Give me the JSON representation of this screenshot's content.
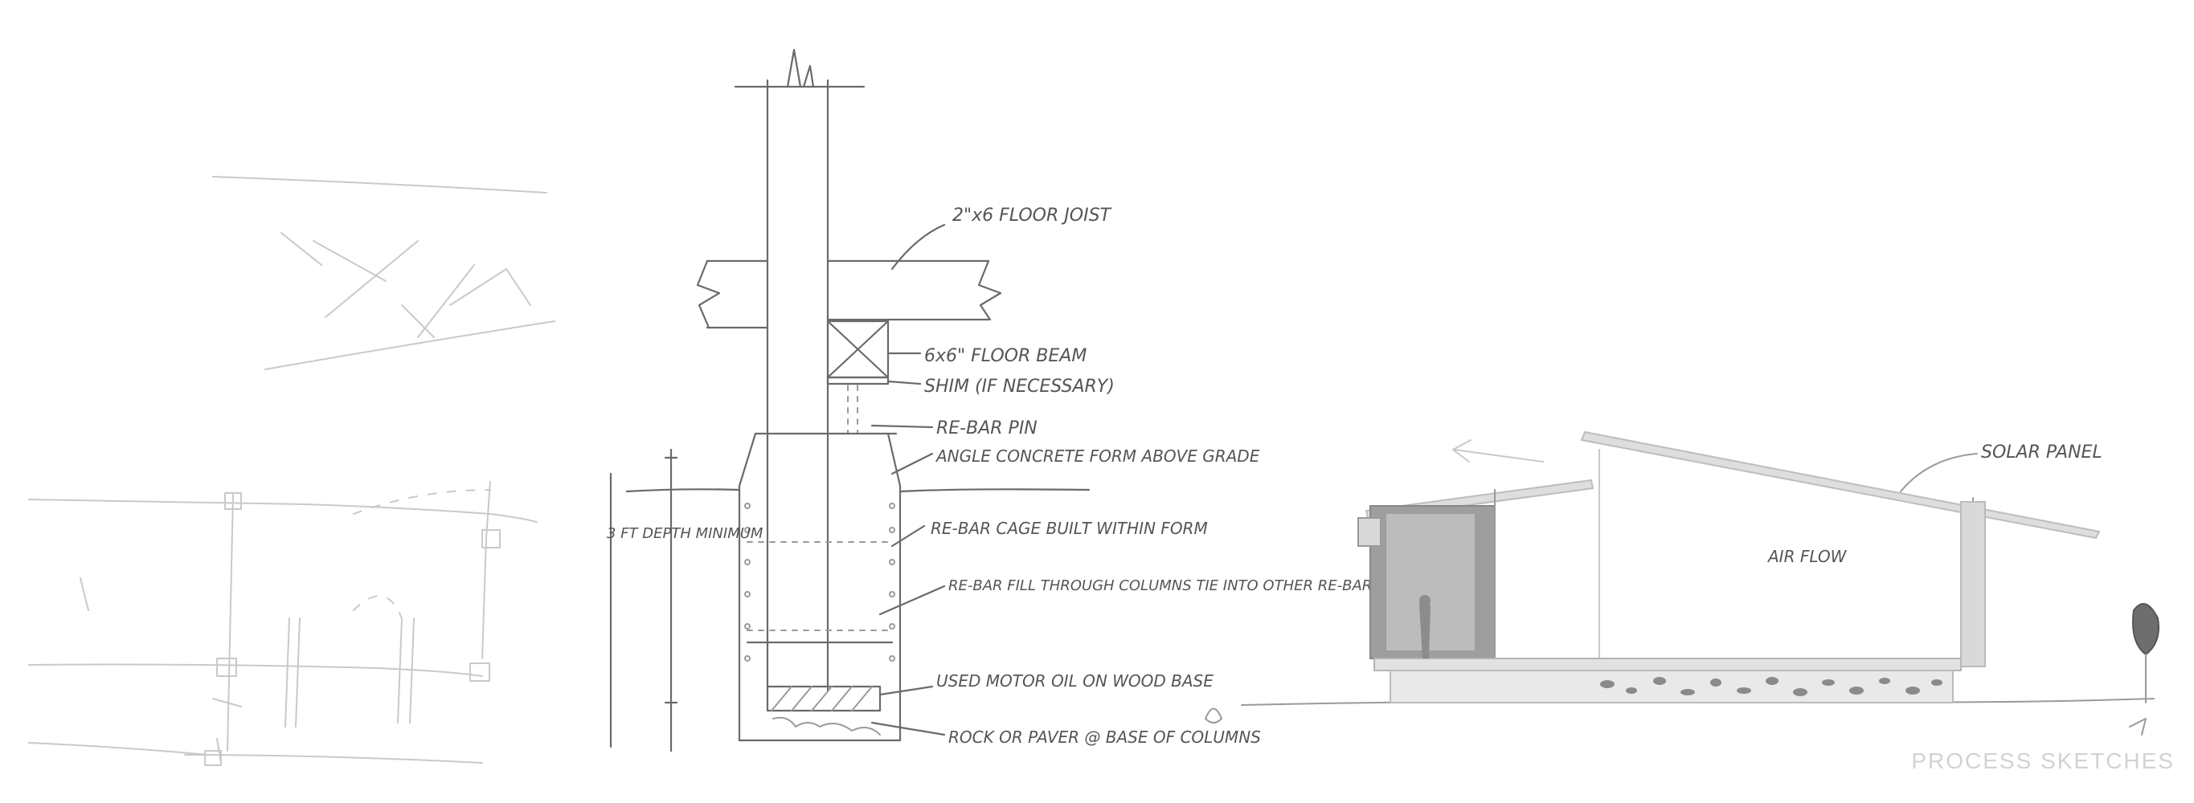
{
  "caption": "PROCESS SKETCHES",
  "section_detail": {
    "labels": {
      "joist": "2\"x6 FLOOR JOIST",
      "beam": "6x6\" FLOOR BEAM",
      "shim": "SHIM (IF NECESSARY)",
      "rebar_pin": "RE-BAR PIN",
      "form": "ANGLE CONCRETE FORM ABOVE GRADE",
      "cage": "RE-BAR CAGE BUILT WITHIN FORM",
      "fill": "RE-BAR FILL THROUGH COLUMNS TIE INTO OTHER RE-BAR CAGE",
      "base": "USED MOTOR OIL ON WOOD BASE",
      "rock": "ROCK OR PAVER @ BASE OF COLUMNS",
      "depth": "3 FT DEPTH MINIMUM"
    }
  },
  "elevation": {
    "labels": {
      "solar": "SOLAR PANEL",
      "air": "AIR FLOW"
    }
  }
}
